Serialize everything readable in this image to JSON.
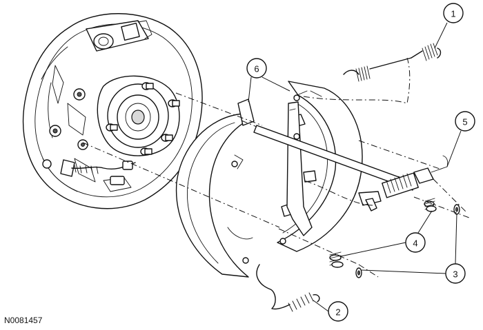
{
  "figure": {
    "id": "N0081457"
  },
  "callouts": [
    {
      "number": "1"
    },
    {
      "number": "2"
    },
    {
      "number": "3"
    },
    {
      "number": "4"
    },
    {
      "number": "5"
    },
    {
      "number": "6"
    }
  ]
}
